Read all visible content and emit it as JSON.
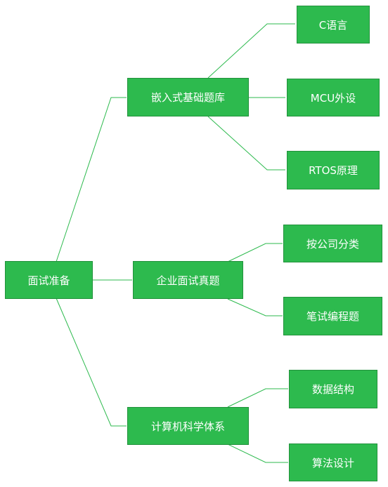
{
  "style": {
    "node_fill": "#2dba4e",
    "node_border": "#22923c",
    "text_color": "#ffffff",
    "connector_color": "#2dba4e"
  },
  "root": {
    "label": "面试准备"
  },
  "branches": [
    {
      "label": "嵌入式基础题库",
      "children": [
        "C语言",
        "MCU外设",
        "RTOS原理"
      ]
    },
    {
      "label": "企业面试真题",
      "children": [
        "按公司分类",
        "笔试编程题"
      ]
    },
    {
      "label": "计算机科学体系",
      "children": [
        "数据结构",
        "算法设计"
      ]
    }
  ]
}
